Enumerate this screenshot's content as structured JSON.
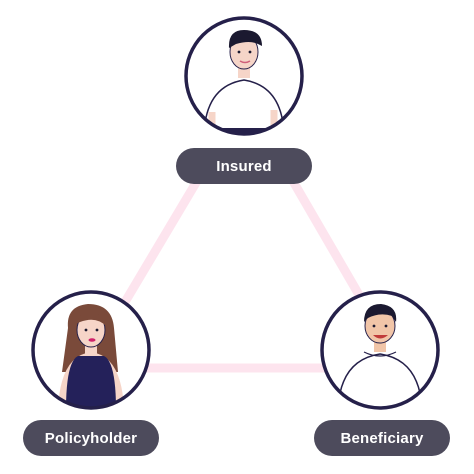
{
  "nodes": {
    "insured": {
      "label": "Insured"
    },
    "policyholder": {
      "label": "Policyholder"
    },
    "beneficiary": {
      "label": "Beneficiary"
    }
  },
  "colors": {
    "connector": "#fde4ee",
    "ring": "#25204a",
    "label_bg": "#4d4b5c",
    "label_text": "#ffffff"
  },
  "icons": [
    "insured-avatar-icon",
    "policyholder-avatar-icon",
    "beneficiary-avatar-icon"
  ]
}
